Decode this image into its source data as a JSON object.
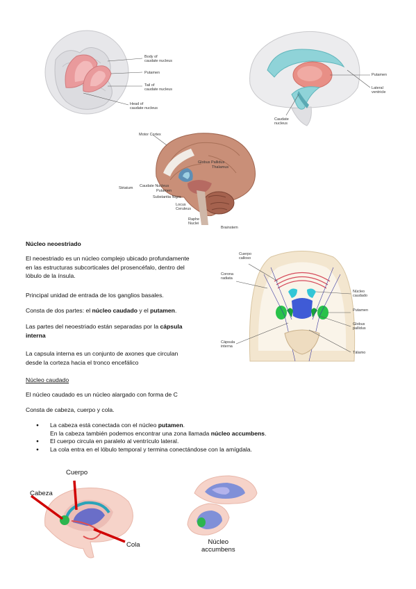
{
  "figures": {
    "fig1": {
      "labels": [
        "Body of\ncaudate nucleus",
        "Putamen",
        "Tail of\ncaudate nucleus",
        "Head of\ncaudate nucleus"
      ]
    },
    "fig2": {
      "labels": [
        "Putamen",
        "Lateral\nventricle",
        "Caudate\nnucleus"
      ]
    },
    "fig3": {
      "labels": [
        "Motor Cortex",
        "Globus Pallidus",
        "Thalamus",
        "Striatum",
        "Caudate Nucleus",
        "Putamen",
        "Substantia Nigra",
        "Locus\nCeruleus",
        "Raphe\nNuclei",
        "Brainstem"
      ]
    },
    "fig4": {
      "labels": [
        "Cuerpo\ncalloso",
        "Corona\nradiata",
        "Núcleo\ncaudado",
        "Putamen",
        "Globus\npallidus",
        "Cápsula\ninterna",
        "Tálamo"
      ]
    },
    "fig5": {
      "labels": [
        "Cuerpo",
        "Cabeza",
        "Cola"
      ]
    },
    "fig6": {
      "labels": [
        "Núcleo\naccumbens"
      ]
    }
  },
  "doc": {
    "heading": "Núcleo neoestriado",
    "p1": "El neoestriado es un núcleo complejo ubicado profundamente en las estructuras subcorticales del prosencéfalo, dentro del lóbulo de la ínsula.",
    "p2": "Principal unidad de entrada de los ganglios basales.",
    "p3": {
      "a": "Consta de dos partes: el ",
      "b": "núcleo caudado",
      "c": " y el ",
      "d": "putamen",
      "e": "."
    },
    "p4": {
      "a": "Las partes del neoestriado están separadas por la ",
      "b": "cápsula interna"
    },
    "p5": "La capsula interna es un conjunto de axones que circulan desde la corteza hacia el tronco encefálico",
    "sub": "Núcleo caudado",
    "p6": "El núcleo caudado es un núcleo alargado con forma de C",
    "p7": "Consta de cabeza, cuerpo y cola.",
    "b1": {
      "a": "La cabeza está conectada con el núcleo ",
      "b": "putamen",
      "c": ".",
      "d": "En la cabeza también podemos encontrar una zona llamada ",
      "e": "núcleo accumbens",
      "f": "."
    },
    "b2": "El cuerpo circula en paralelo al ventrículo lateral.",
    "b3": "La cola entra en el lóbulo temporal y termina conectándose con la amígdala."
  }
}
